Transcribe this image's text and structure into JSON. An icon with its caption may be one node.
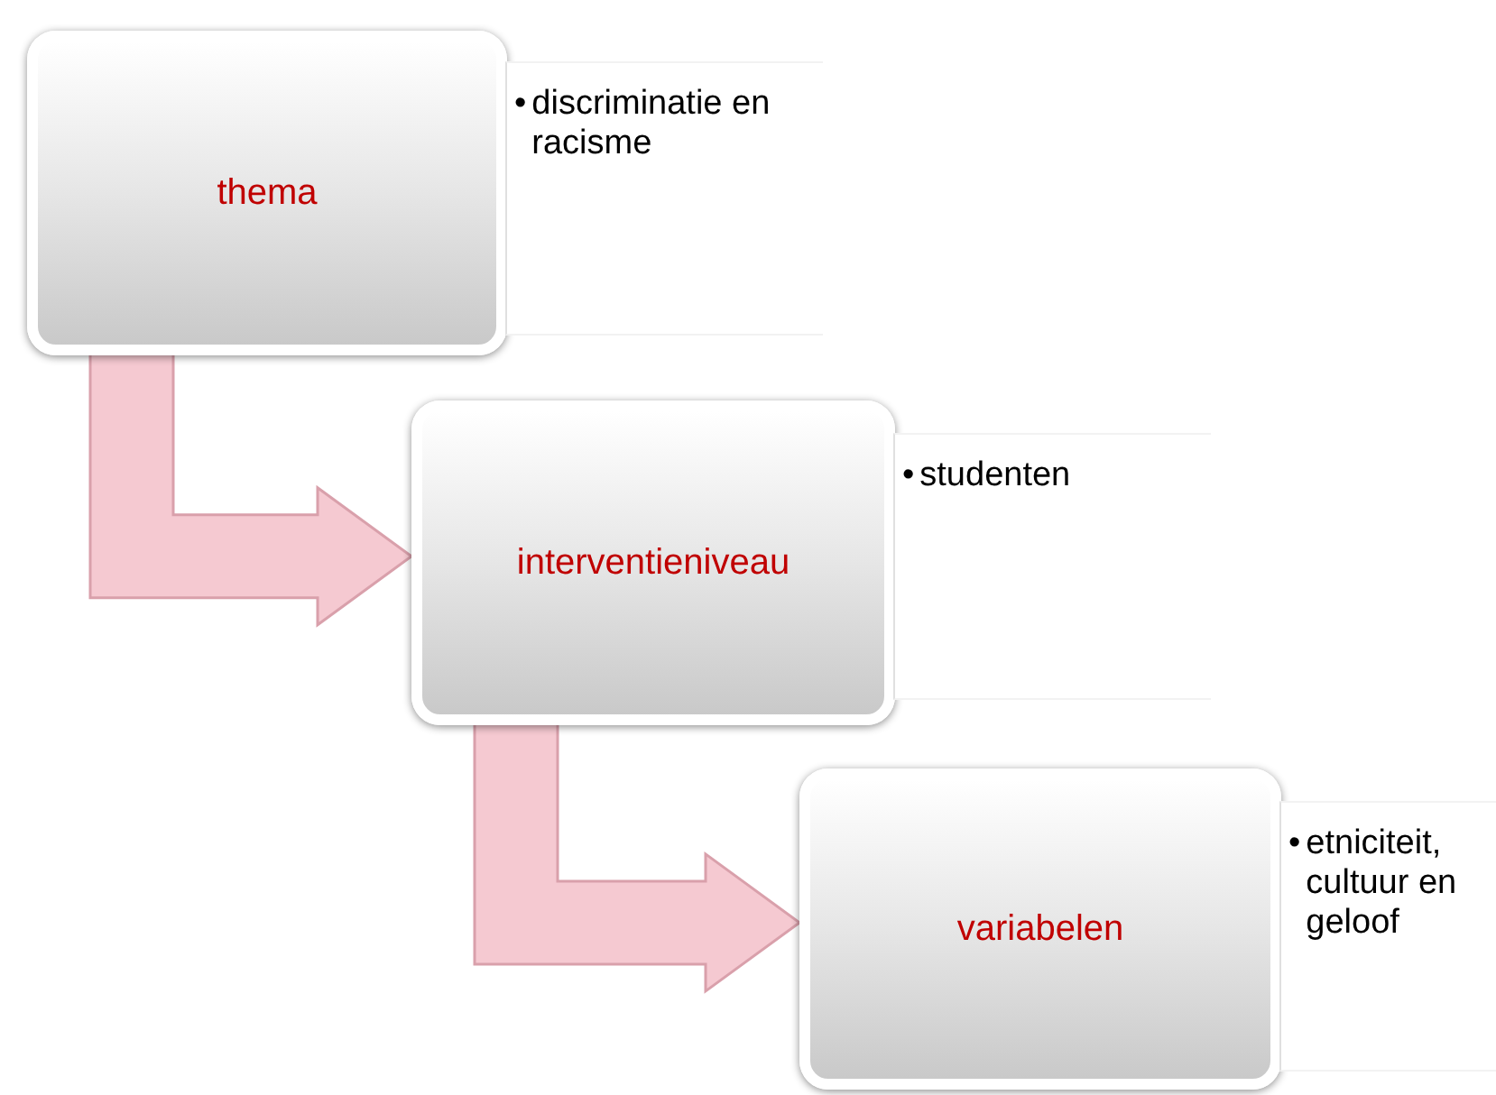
{
  "diagram": {
    "nodes": [
      {
        "text": [
          "thema"
        ]
      },
      {
        "text": [
          "•",
          "discriminatie en racisme"
        ]
      },
      {
        "text": [
          "interventieniveau"
        ]
      },
      {
        "text": [
          "•",
          "studenten"
        ]
      },
      {
        "text": [
          "variabelen"
        ]
      },
      {
        "text": [
          "•",
          "etniciteit, cultuur en geloof"
        ]
      }
    ],
    "edges": [
      {
        "from": 0,
        "to": 2,
        "arrow": "to"
      },
      {
        "from": 2,
        "to": 4,
        "arrow": "to"
      }
    ]
  }
}
